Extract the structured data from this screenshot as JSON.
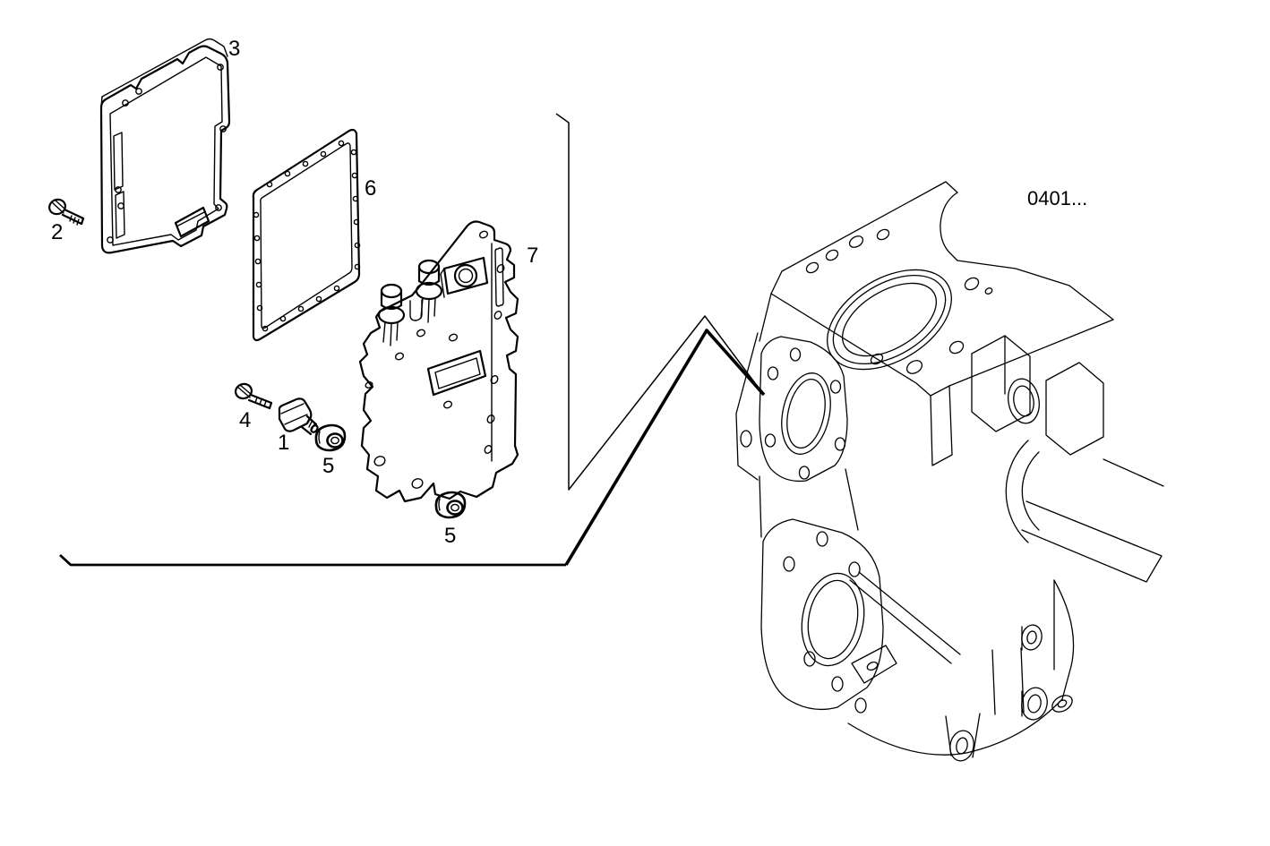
{
  "labels": {
    "part1": "1",
    "part2": "2",
    "part3": "3",
    "part4": "4",
    "part5a": "5",
    "part5b": "5",
    "part6": "6",
    "part7": "7",
    "reference": "0401..."
  },
  "colors": {
    "line": "#000000",
    "background": "#ffffff"
  }
}
